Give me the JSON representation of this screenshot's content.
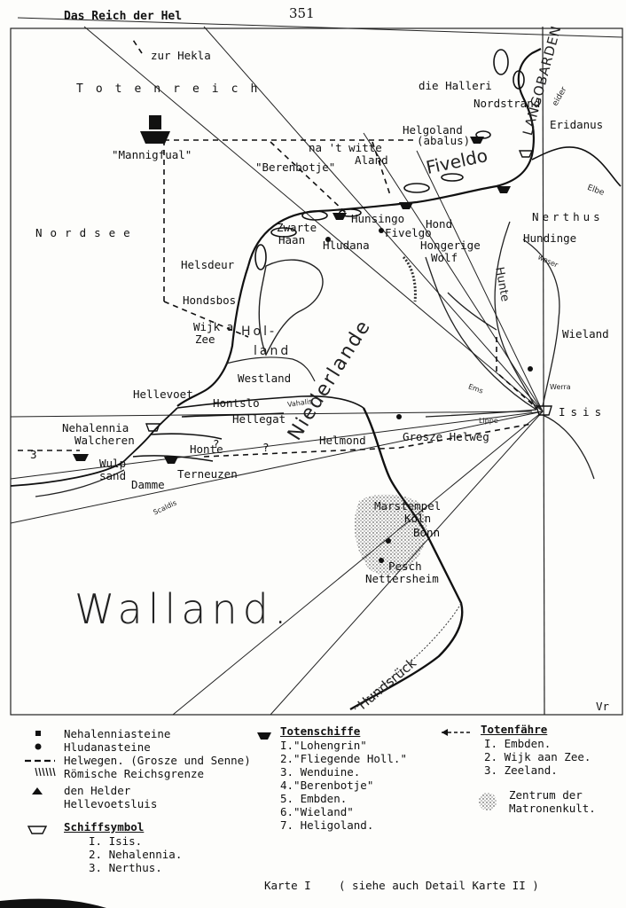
{
  "header": {
    "title": "Das Reich der Hel",
    "page_number": "351"
  },
  "map_labels": {
    "zur_hekla": "zur Hekla",
    "totenreich": "Totenreich",
    "mannigfual": "\"Mannigfual\"",
    "nordsee": "Nordsee",
    "halleri": "die Halleri",
    "nordstrand": "Nordstrand",
    "eridanus": "Eridanus",
    "eider": "eider",
    "helgoland": "Helgoland",
    "abalus": "(abalus)",
    "witte1": "na 't witte",
    "witte2": "Aland",
    "berenbotje": "\"Berenbotje\"",
    "fivelgo": "Fiveldo",
    "langobarden": "LANGOBARDEN",
    "elbe": "Elbe",
    "nerthus": "Nerthus",
    "hunsingo": "Hunsingo",
    "zwarte": "Zwarte",
    "haan": "Haan",
    "hond": "Hond",
    "fivelgo2": "Fivelgo",
    "hongerige": "Hongerige",
    "wolf": "Wolf",
    "hludana": "Hludana",
    "hunte_river": "Hunte",
    "hundinge": "Hundinge",
    "weser": "weser",
    "helsdeur": "Helsdeur",
    "hondsbos": "Hondsbos",
    "wijk1": "Wijk a",
    "wijk2": "Zee",
    "holland1": "Hol-",
    "holland2": "land",
    "westland": "Westland",
    "wieland": "Wieland",
    "nederlande": "Niederlande",
    "ems": "Ems",
    "werra": "Werra",
    "hellevoet": "Hellevoet",
    "hontslo": "Hontslo",
    "vahalis": "Vahalis",
    "hellegat": "Hellegat",
    "lippe": "Lippe",
    "isis": "Isis",
    "nehalennia": "Nehalennia",
    "walcheren": "Walcheren",
    "helmond": "Helmond",
    "grosze_helweg": "Grosze Helweg",
    "three": "3",
    "question1": "?",
    "question2": "?",
    "honte": "Honte",
    "wulp1": "Wulp",
    "wulp2": "sand",
    "damme": "Damme",
    "terneuzen": "Terneuzen",
    "scaldis": "Scaldis",
    "marstempel": "Marstempel",
    "koln": "Koln",
    "bonn": "Bonn",
    "pesch": "Pesch",
    "nettersheim": "Nettersheim",
    "walland": "Walland.",
    "hundsruck": "Hundsrück",
    "vr": "Vr"
  },
  "legend": {
    "col1": {
      "nehalenniasteine": "Nehalenniasteine",
      "hludanasteine": "Hludanasteine",
      "helwegen": "Helwegen. (Grosze und Senne)",
      "reichsgrenze": "Römische Reichsgrenze",
      "helder": "den Helder",
      "hellevoetsluis": "Hellevoetsluis",
      "schiffsymbol_title": "Schiffsymbol",
      "schiffsymbol_items": [
        "I. Isis.",
        "2. Nehalennia.",
        "3. Nerthus."
      ]
    },
    "col2": {
      "title": "Totenschiffe",
      "items": [
        "I.\"Lohengrin\"",
        "2.\"Fliegende Holl.\"",
        "3. Wenduine.",
        "4.\"Berenbotje\"",
        "5. Embden.",
        "6.\"Wieland\"",
        "7. Heligoland."
      ]
    },
    "col3": {
      "title": "Totenfähre",
      "items": [
        "I. Embden.",
        "2. Wijk aan Zee.",
        "3. Zeeland."
      ],
      "zentrum1": "Zentrum der",
      "zentrum2": "Matronenkult."
    }
  },
  "caption": {
    "karte": "Karte I",
    "siehe": "( siehe auch Detail Karte II )"
  }
}
